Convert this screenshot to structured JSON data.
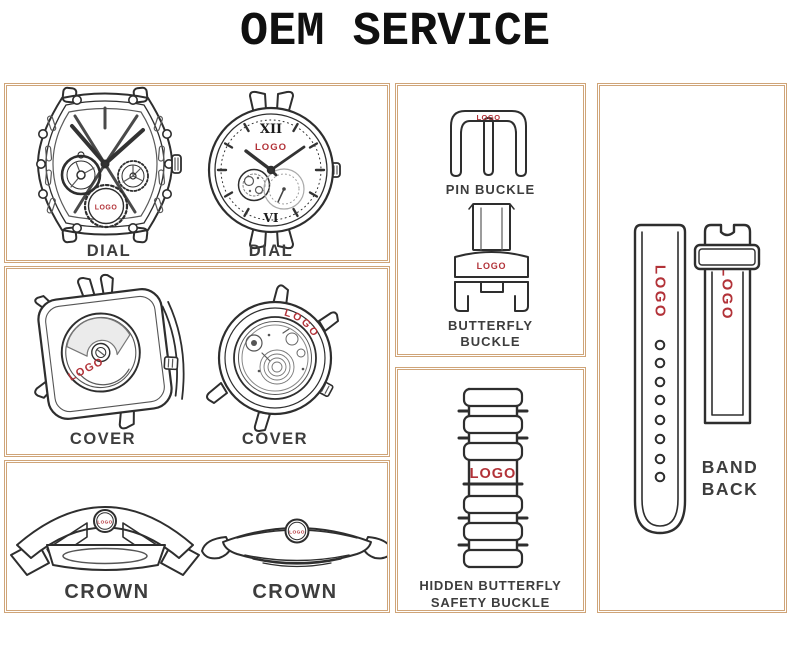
{
  "title": "OEM SERVICE",
  "logo_text": "LOGO",
  "colors": {
    "frame_border": "#cfa478",
    "logo_red": "#b23238",
    "line_art": "#2e2e2e",
    "label_text": "#3d3d3d"
  },
  "panels": {
    "dial": {
      "label_left": "DIAL",
      "label_right": "DIAL"
    },
    "cover": {
      "label_left": "COVER",
      "label_right": "COVER"
    },
    "crown": {
      "label_left": "CROWN",
      "label_right": "CROWN"
    },
    "buckles": {
      "pin_label": "PIN BUCKLE",
      "butterfly_line1": "BUTTERFLY",
      "butterfly_line2": "BUCKLE"
    },
    "safety_buckle": {
      "line1": "HIDDEN BUTTERFLY",
      "line2": "SAFETY BUCKLE"
    },
    "band": {
      "line1": "BAND",
      "line2": "BACK"
    }
  },
  "dial_markers": {
    "twelve": "XII",
    "six": "VI"
  }
}
